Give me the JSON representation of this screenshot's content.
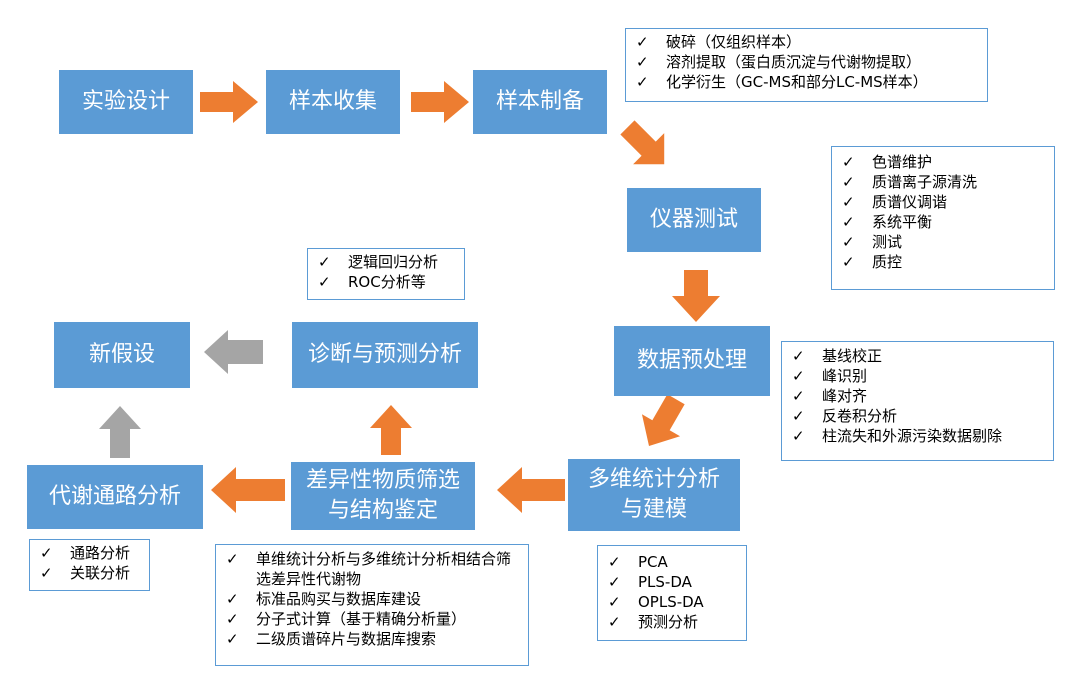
{
  "colors": {
    "box": "#5b9bd5",
    "arrow_orange": "#ed7d31",
    "arrow_gray": "#a5a5a5",
    "note_border": "#5b9bd5"
  },
  "check_mark": "✓",
  "boxes": {
    "experiment_design": "实验设计",
    "sample_collection": "样本收集",
    "sample_preparation": "样本制备",
    "instrument_testing": "仪器测试",
    "data_preprocessing": "数据预处理",
    "multivariate_line1": "多维统计分析",
    "multivariate_line2": "与建模",
    "diff_screening_line1": "差异性物质筛选",
    "diff_screening_line2": "与结构鉴定",
    "pathway_analysis": "代谢通路分析",
    "diagnosis_prediction": "诊断与预测分析",
    "new_hypothesis": "新假设"
  },
  "notes": {
    "preparation": [
      "破碎（仅组织样本）",
      "溶剂提取（蛋白质沉淀与代谢物提取）",
      "化学衍生（GC-MS和部分LC-MS样本）"
    ],
    "instrument": [
      "色谱维护",
      "质谱离子源清洗",
      "质谱仪调谐",
      "系统平衡",
      "测试",
      "质控"
    ],
    "preprocessing": [
      "基线校正",
      "峰识别",
      "峰对齐",
      "反卷积分析",
      "柱流失和外源污染数据剔除"
    ],
    "modeling": [
      "PCA",
      "PLS-DA",
      "OPLS-DA",
      "预测分析"
    ],
    "screening": [
      "单维统计分析与多维统计分析相结合筛选差异性代谢物",
      "标准品购买与数据库建设",
      "分子式计算（基于精确分析量）",
      "二级质谱碎片与数据库搜索"
    ],
    "pathway": [
      "通路分析",
      "关联分析"
    ],
    "diagnosis": [
      "逻辑回归分析",
      "ROC分析等"
    ]
  }
}
